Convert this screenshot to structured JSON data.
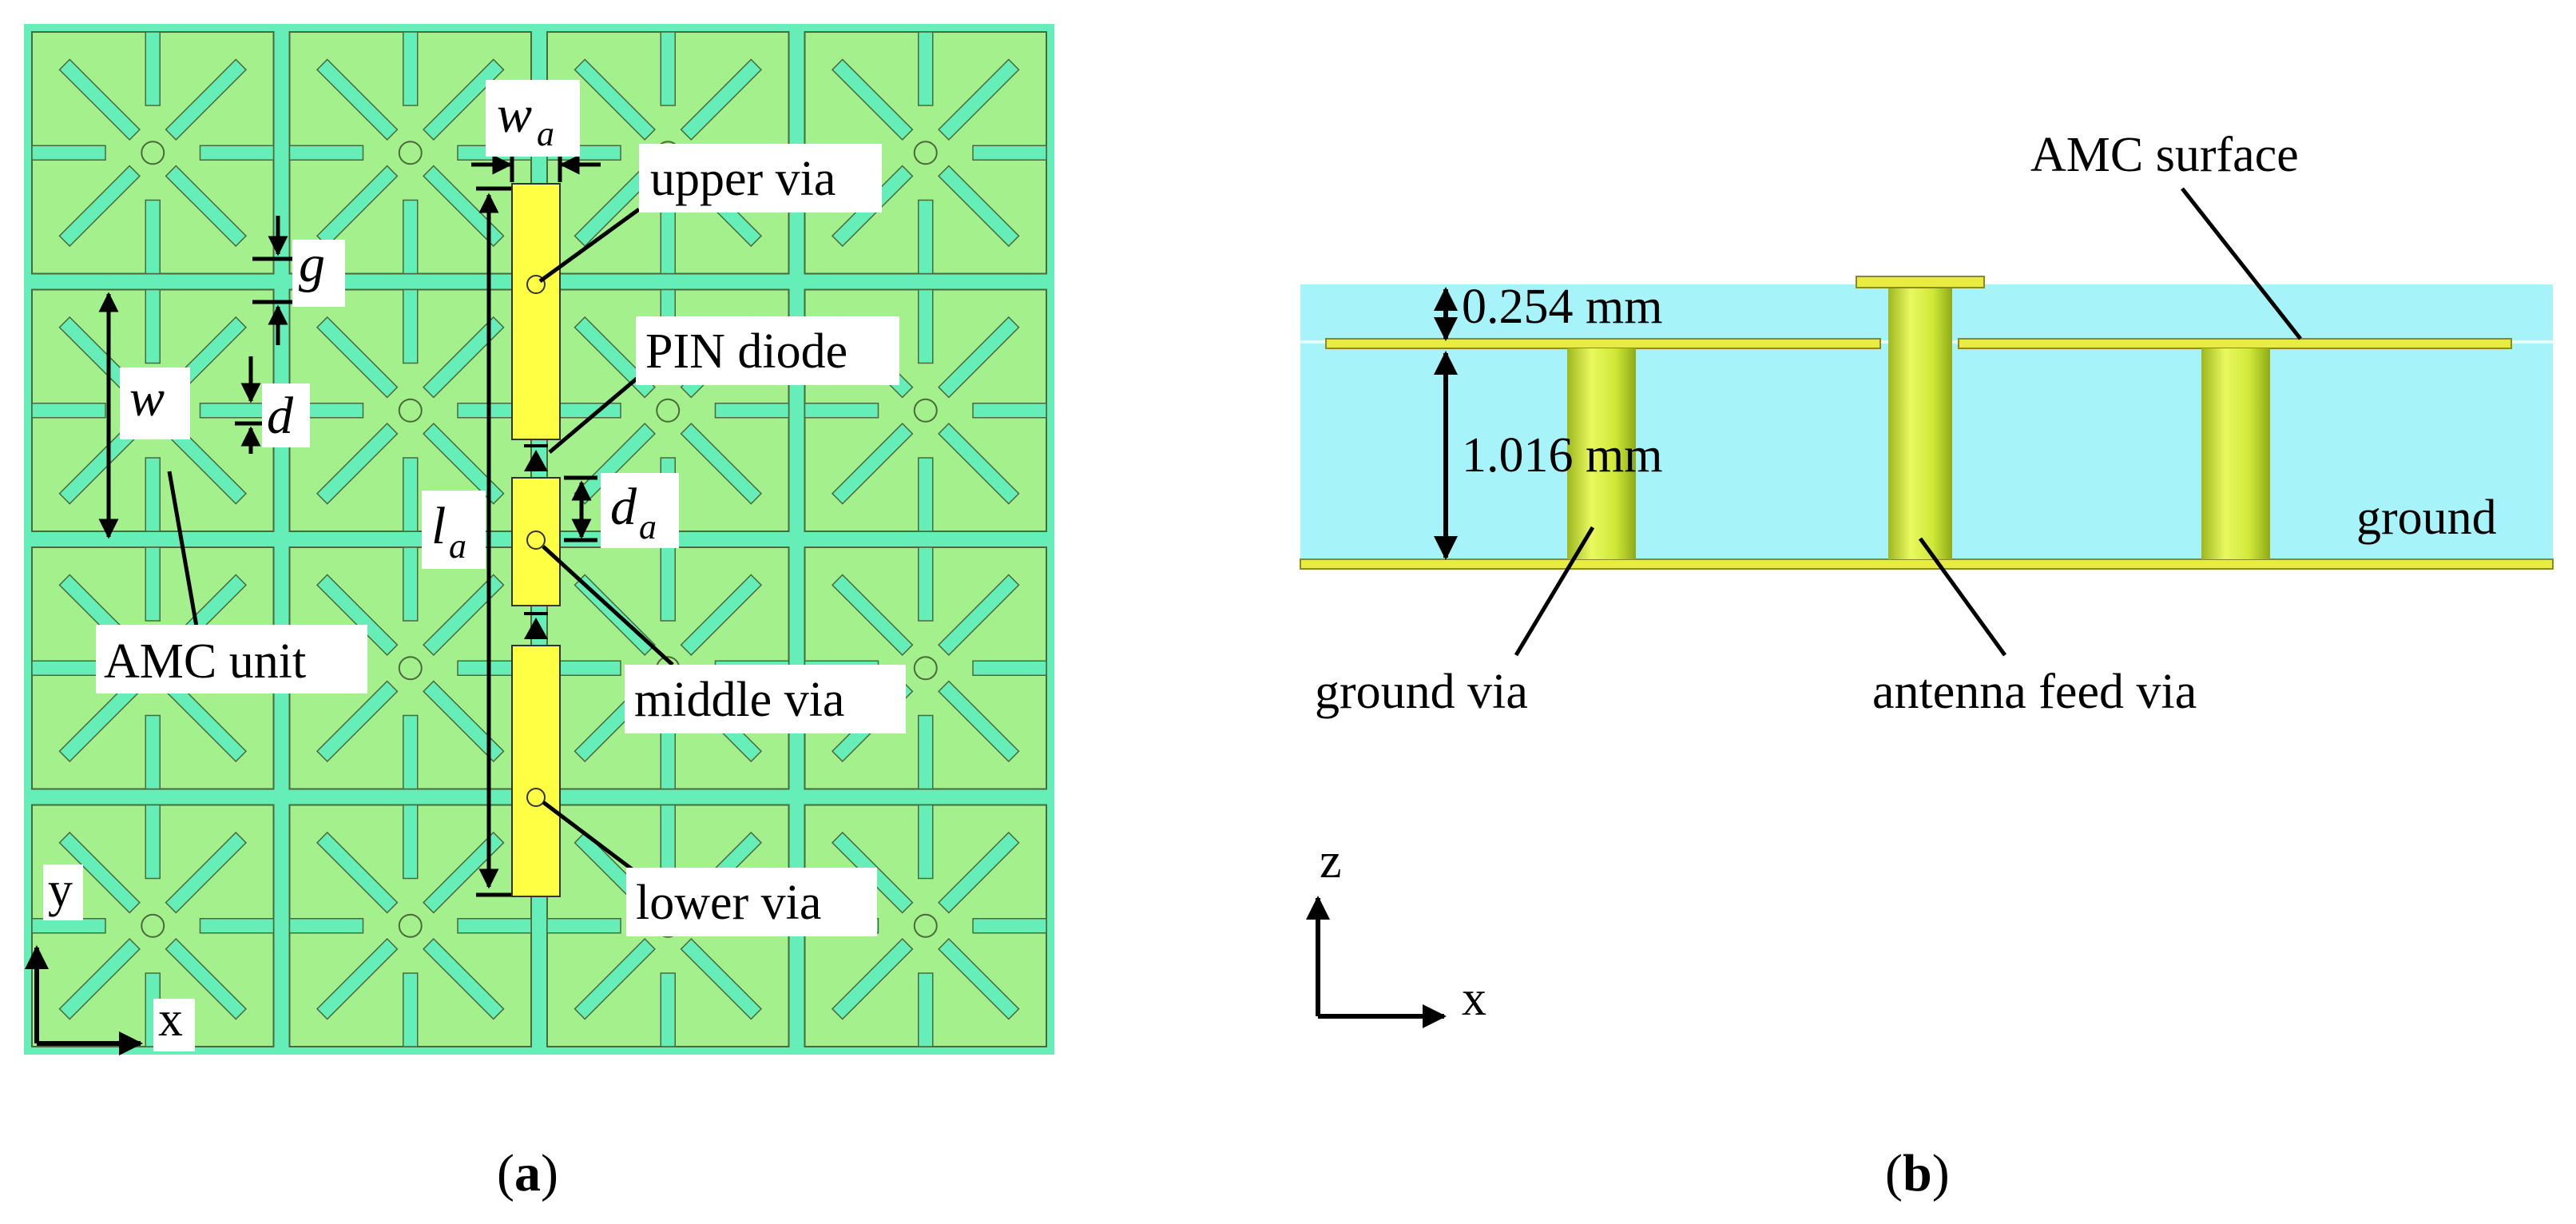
{
  "panel_a": {
    "caption_letter": "a",
    "labels": {
      "upper_via": "upper via",
      "pin_diode": "PIN diode",
      "middle_via": "middle via",
      "lower_via": "lower via",
      "amc_unit": "AMC unit"
    },
    "symbols": {
      "w": "w",
      "g": "g",
      "d": "d",
      "w_a_main": "w",
      "w_a_sub": "a",
      "l_a_main": "l",
      "l_a_sub": "a",
      "d_a_main": "d",
      "d_a_sub": "a"
    },
    "axes": {
      "x": "x",
      "y": "y"
    },
    "colors": {
      "board": "#66EEB8",
      "cell": "#A4F08C",
      "feed": "#FFFF44"
    }
  },
  "panel_b": {
    "caption_letter": "b",
    "labels": {
      "amc_surface": "AMC surface",
      "thickness_top": "0.254 mm",
      "thickness_bottom": "1.016 mm",
      "ground": "ground",
      "ground_via": "ground via",
      "antenna_feed_via": "antenna feed via"
    },
    "axes": {
      "x": "x",
      "z": "z"
    },
    "colors": {
      "substrate": "#A6F4FA",
      "via": "#D8F040",
      "metal": "#E8EC40"
    }
  }
}
